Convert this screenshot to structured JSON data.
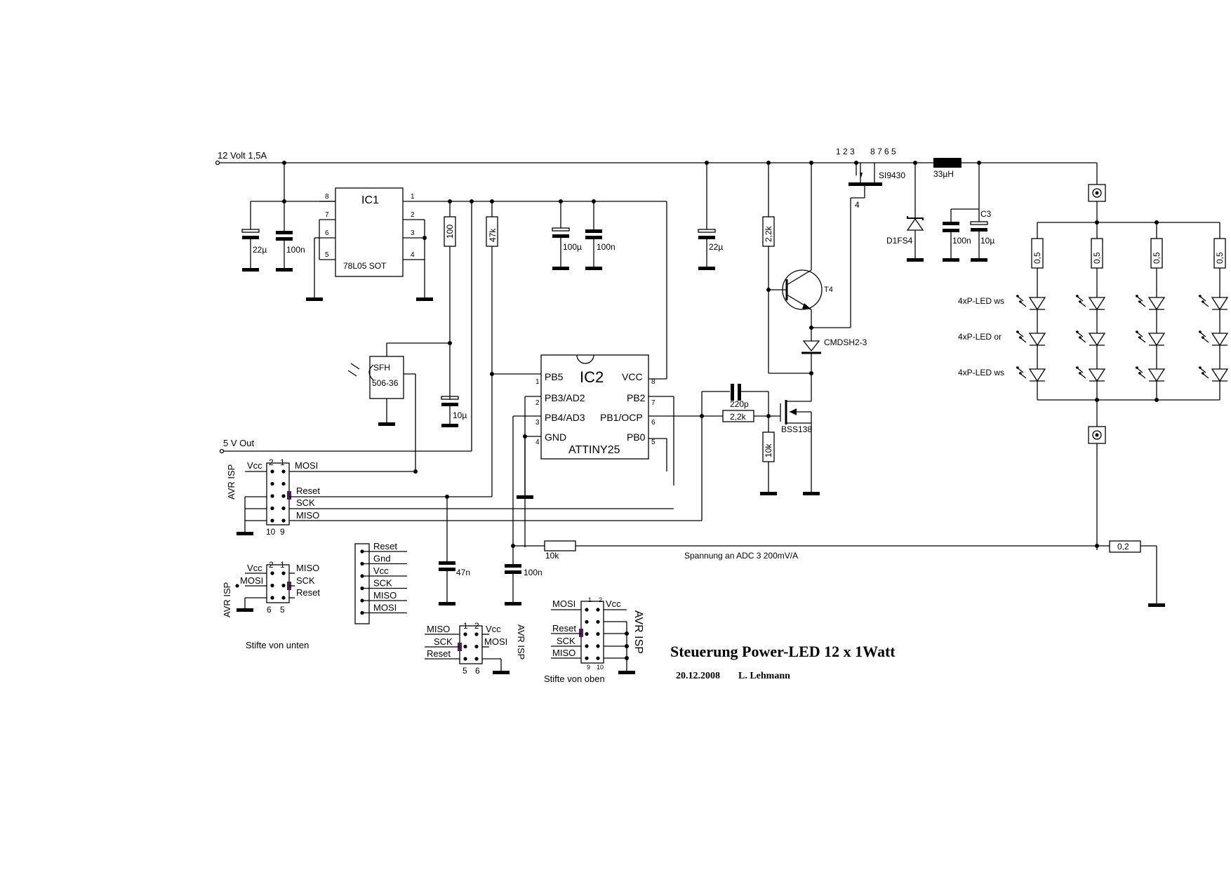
{
  "title": "Steuerung Power-LED 12 x 1Watt",
  "date": "20.12.2008",
  "author": "L. Lehmann",
  "supply": {
    "in": "12 Volt 1,5A",
    "out": "5 V Out"
  },
  "regulator": {
    "name": "IC1",
    "part": "78L05 SOT",
    "pins": [
      "8",
      "7",
      "6",
      "5",
      "1",
      "2",
      "3",
      "4"
    ]
  },
  "mcu": {
    "name": "IC2",
    "part": "ATTINY25",
    "left_pins": [
      {
        "num": "1",
        "label": "PB5"
      },
      {
        "num": "2",
        "label": "PB3/AD2"
      },
      {
        "num": "3",
        "label": "PB4/AD3"
      },
      {
        "num": "4",
        "label": "GND"
      }
    ],
    "right_pins": [
      {
        "num": "8",
        "label": "VCC"
      },
      {
        "num": "7",
        "label": "PB2"
      },
      {
        "num": "6",
        "label": "PB1/OCP"
      },
      {
        "num": "5",
        "label": "PB0"
      }
    ]
  },
  "sensor": {
    "line1": "SFH",
    "line2": "506-36"
  },
  "components": {
    "c_in_elko": "22µ",
    "c_in_100n": "100n",
    "r_100": "100",
    "r_47k": "47k",
    "c_100u": "100µ",
    "c_100n_b": "100n",
    "c_22u_b": "22µ",
    "c_10u_sens": "10µ",
    "r_22k_v": "2,2k",
    "transistor": "T4",
    "schottky": "CMDSH2-3",
    "pmos": "SI9430",
    "pmos_pins_left": "1 2 3",
    "pmos_pins_right": "8 7 6 5",
    "pmos_gate": "4",
    "inductor": "33µH",
    "diode": "D1FS4",
    "c_out_100n": "100n",
    "c_out_10u": "10µ",
    "c3": "C3",
    "c_220p": "220p",
    "r_22k_h": "2,2k",
    "r_10k_v": "10k",
    "nmos": "BSS138",
    "c_47n": "47n",
    "c_100n_adc": "100n",
    "r_10k_h": "10k",
    "shunt": "0,2",
    "led_res": [
      "0,5",
      "0,5",
      "0,5",
      "0,5"
    ]
  },
  "led_rows": [
    "4xP-LED ws",
    "4xP-LED or",
    "4xP-LED ws"
  ],
  "adc_note": "Spannung an ADC 3  200mV/A",
  "isp10_top": {
    "title": "AVR ISP",
    "labels": [
      "MOSI",
      "Reset",
      "SCK",
      "MISO"
    ],
    "vcc": "Vcc",
    "pin_top": [
      "2",
      "1"
    ],
    "pin_bottom": [
      "10",
      "9"
    ]
  },
  "isp6_bottom": {
    "title": "AVR ISP",
    "left_labels": [
      "Vcc",
      "MOSI"
    ],
    "right_labels": [
      "MISO",
      "SCK",
      "Reset"
    ],
    "pin_top": [
      "2",
      "1"
    ],
    "pin_bottom": [
      "6",
      "5"
    ],
    "caption": "Stifte von unten"
  },
  "header6": [
    "Reset",
    "Gnd",
    "Vcc",
    "SCK",
    "MISO",
    "MOSI"
  ],
  "isp6_top": {
    "title": "AVR ISP",
    "left_labels": [
      "MISO",
      "SCK",
      "Reset"
    ],
    "right_labels": [
      "Vcc",
      "MOSI"
    ],
    "pin_top": [
      "1",
      "2"
    ],
    "pin_bottom": [
      "5",
      "6"
    ]
  },
  "isp10_side": {
    "title": "AVR ISP",
    "labels": [
      "MOSI",
      "Reset",
      "SCK",
      "MISO"
    ],
    "vcc": "Vcc",
    "pin_top": [
      "1",
      "2"
    ],
    "pin_bottom": [
      "9",
      "10"
    ],
    "caption": "Stifte von oben"
  }
}
